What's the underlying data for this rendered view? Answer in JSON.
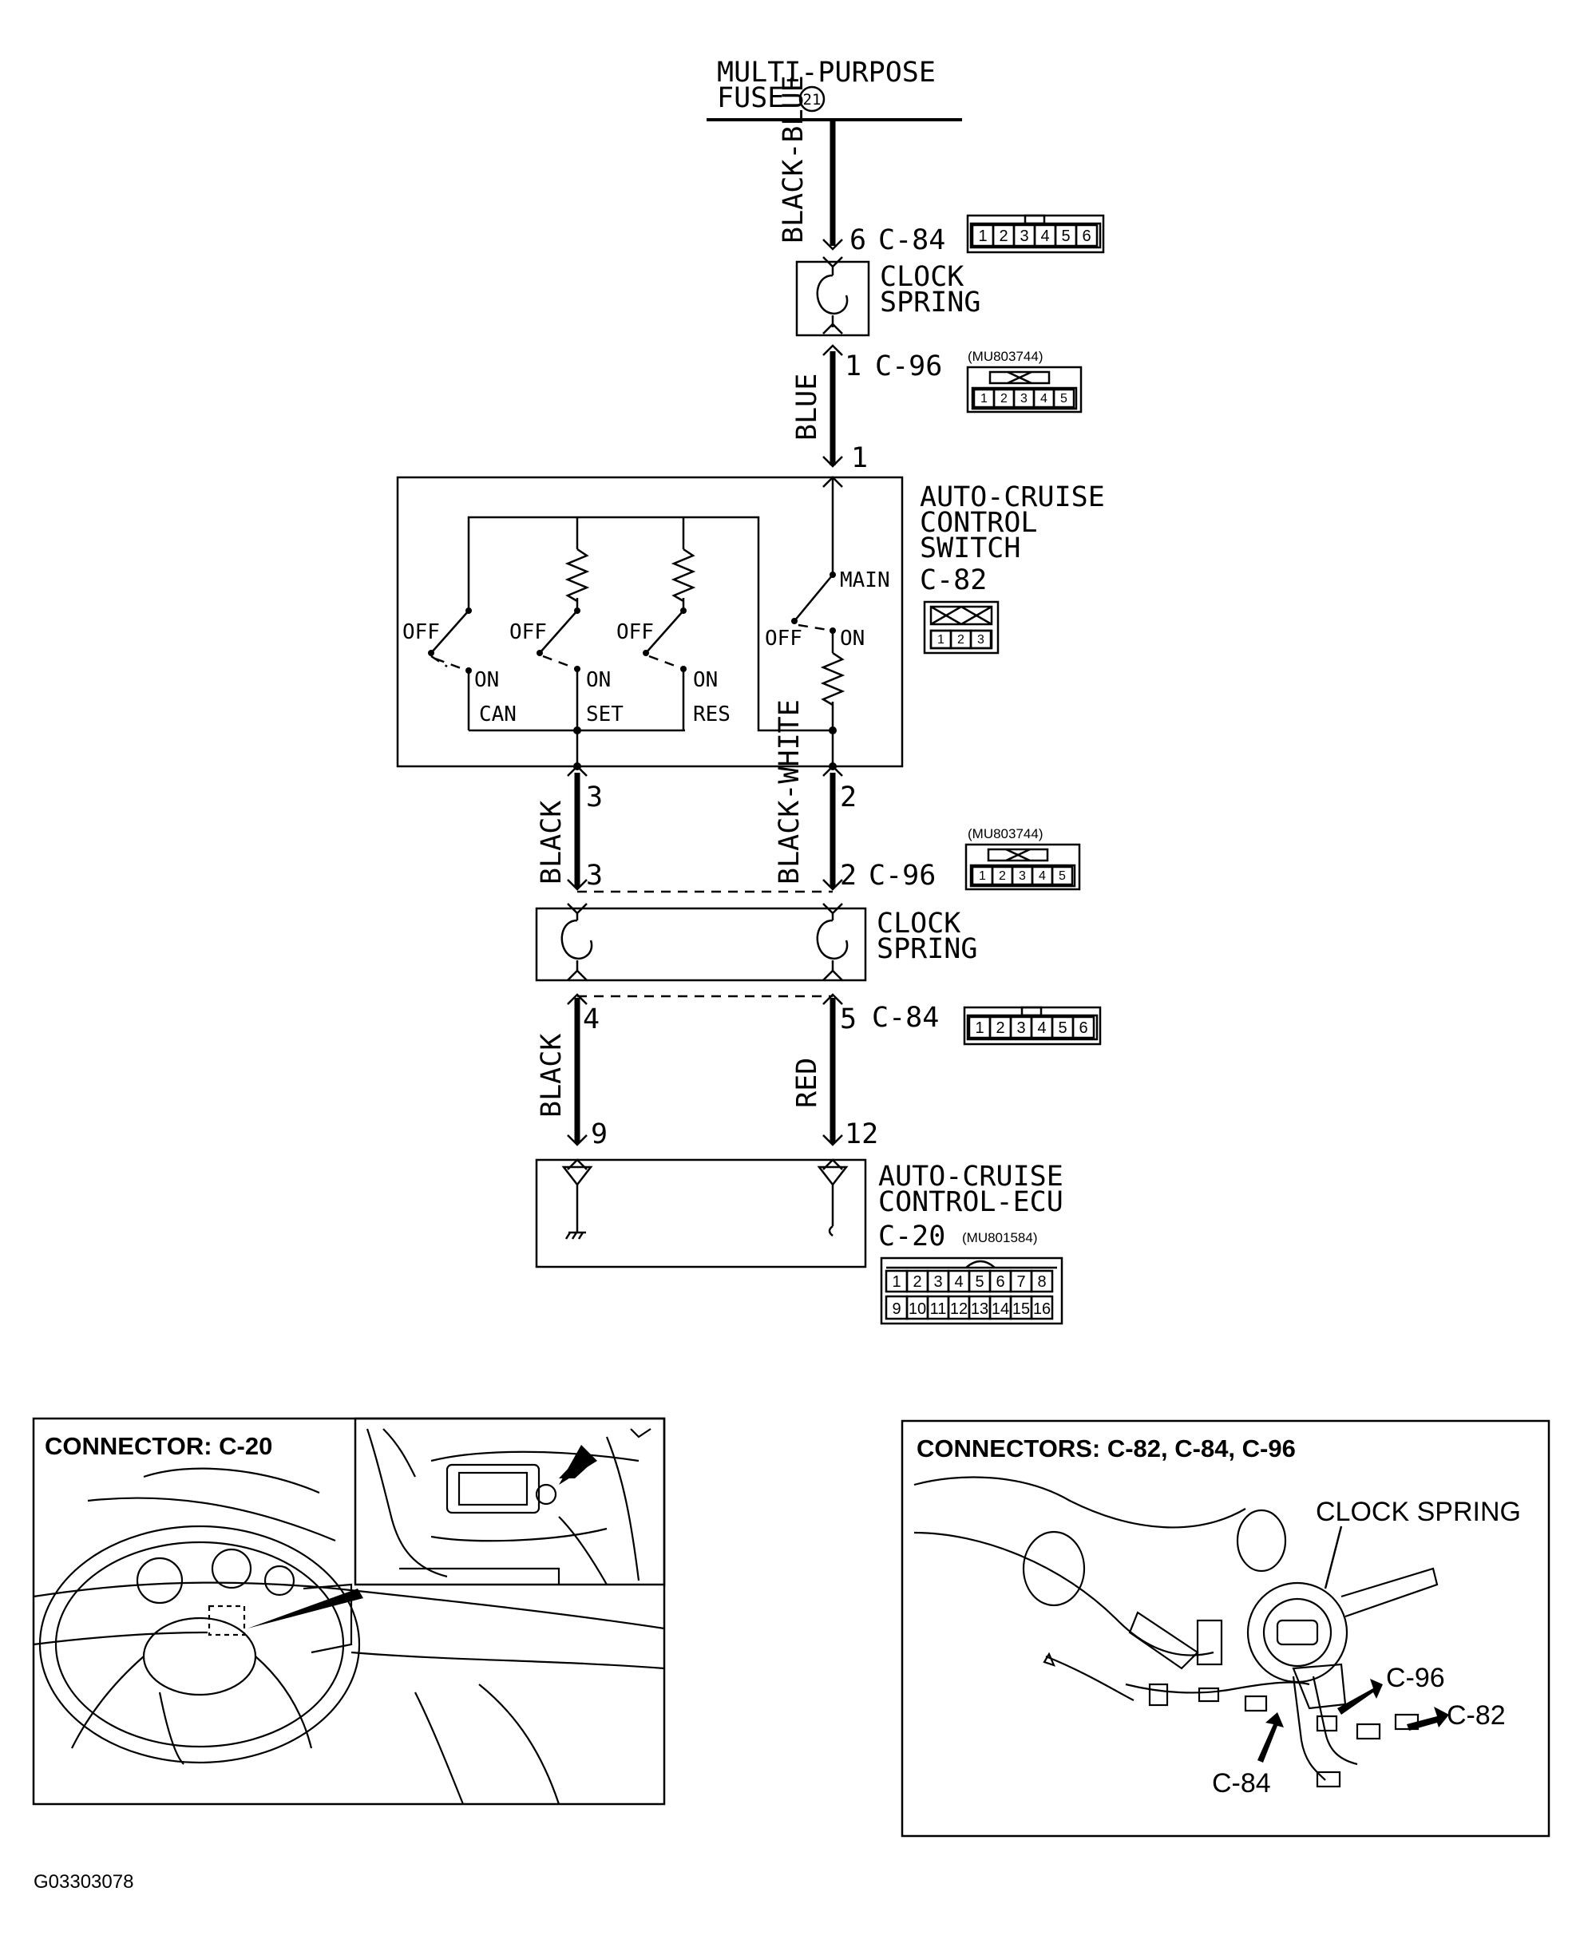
{
  "fuse": {
    "line1": "MULTI-PURPOSE",
    "line2": "FUSE",
    "number": "21"
  },
  "wires": {
    "top": "BLACK-BLUE",
    "mid": "BLUE",
    "left_upper": "BLACK",
    "right_upper": "BLACK-WHITE",
    "left_lower": "BLACK",
    "right_lower": "RED"
  },
  "pins": {
    "c84_top": "6",
    "c96_top": "1",
    "switch_in": "1",
    "switch_left": "3",
    "switch_right": "2",
    "c96_left": "3",
    "c96_right": "2",
    "c84_left": "4",
    "c84_right": "5",
    "ecu_left": "9",
    "ecu_right": "12"
  },
  "connectors": {
    "c84": "C-84",
    "c96": "C-96",
    "c82": "C-82",
    "c20": "C-20",
    "part_mu803744": "(MU803744)",
    "part_mu801584": "(MU801584)",
    "pins_6": [
      "1",
      "2",
      "3",
      "4",
      "5",
      "6"
    ],
    "pins_5": [
      "1",
      "2",
      "3",
      "4",
      "5"
    ],
    "pins_3": [
      "1",
      "2",
      "3"
    ],
    "pins_16_row1": [
      "1",
      "2",
      "3",
      "4",
      "5",
      "6",
      "7",
      "8"
    ],
    "pins_16_row2": [
      "9",
      "10",
      "11",
      "12",
      "13",
      "14",
      "15",
      "16"
    ]
  },
  "components": {
    "clock_spring": [
      "CLOCK",
      "SPRING"
    ],
    "switch": [
      "AUTO-CRUISE",
      "CONTROL",
      "SWITCH"
    ],
    "ecu": [
      "AUTO-CRUISE",
      "CONTROL-ECU"
    ]
  },
  "switch_labels": {
    "off": "OFF",
    "on": "ON",
    "main": "MAIN",
    "can": "CAN",
    "set": "SET",
    "res": "RES"
  },
  "panels": {
    "left_title": "CONNECTOR: C-20",
    "right_title": "CONNECTORS: C-82, C-84, C-96",
    "clock_spring_label": "CLOCK SPRING",
    "c96": "C-96",
    "c82": "C-82",
    "c84": "C-84"
  },
  "figure_id": "G03303078"
}
